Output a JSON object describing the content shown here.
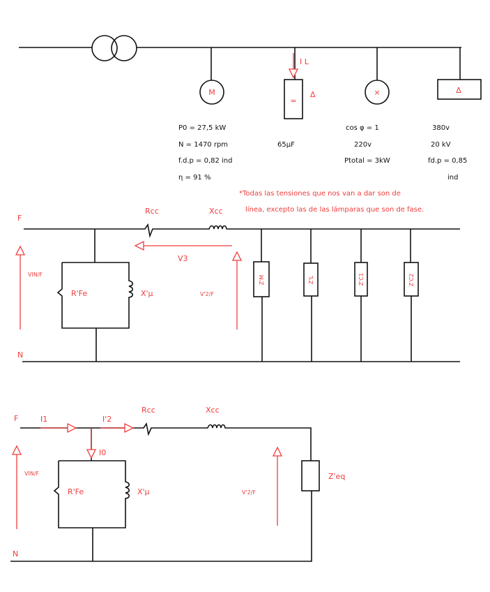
{
  "colors": {
    "ink": "#111111",
    "annotation": "#f03c3c"
  },
  "single_line": {
    "loads": {
      "motor": {
        "symbol": "M",
        "specs": [
          "P0 = 27,5 kW",
          "N = 1470 rpm",
          "f.d.p = 0,82 ind",
          "η = 91 %"
        ]
      },
      "capacitor": {
        "symbol": "=",
        "connection": "Δ",
        "current_label": "I L",
        "specs": [
          "65μF"
        ]
      },
      "lamps": {
        "symbol": "×",
        "specs": [
          "cos φ = 1",
          "220v",
          "Ptotal = 3kW"
        ]
      },
      "delta_load": {
        "symbol": "Δ",
        "specs": [
          "380v",
          "20 kV",
          "fd.p = 0,85",
          "ind"
        ]
      }
    },
    "note_line1": "*Todas las tensiones que nos van a dar son de",
    "note_line2": "línea, excepto las de las lámparas que son de fase."
  },
  "circuit1": {
    "node_top": "F",
    "node_bottom": "N",
    "rcc": "Rcc",
    "xcc": "Xcc",
    "v3": "V3",
    "vin": "VIN/F",
    "rfe": "R'Fe",
    "xmu": "X'μ",
    "v2": "V'2/F",
    "impedances": [
      "Z'M",
      "Z'L",
      "Z'C1",
      "Z'C2"
    ]
  },
  "circuit2": {
    "node_top": "F",
    "node_bottom": "N",
    "i1": "I1",
    "i2": "I'2",
    "i0": "I0",
    "rcc": "Rcc",
    "xcc": "Xcc",
    "vin": "VIN/F",
    "rfe": "R'Fe",
    "xmu": "X'μ",
    "v2": "V'2/F",
    "zeq": "Z'eq"
  }
}
